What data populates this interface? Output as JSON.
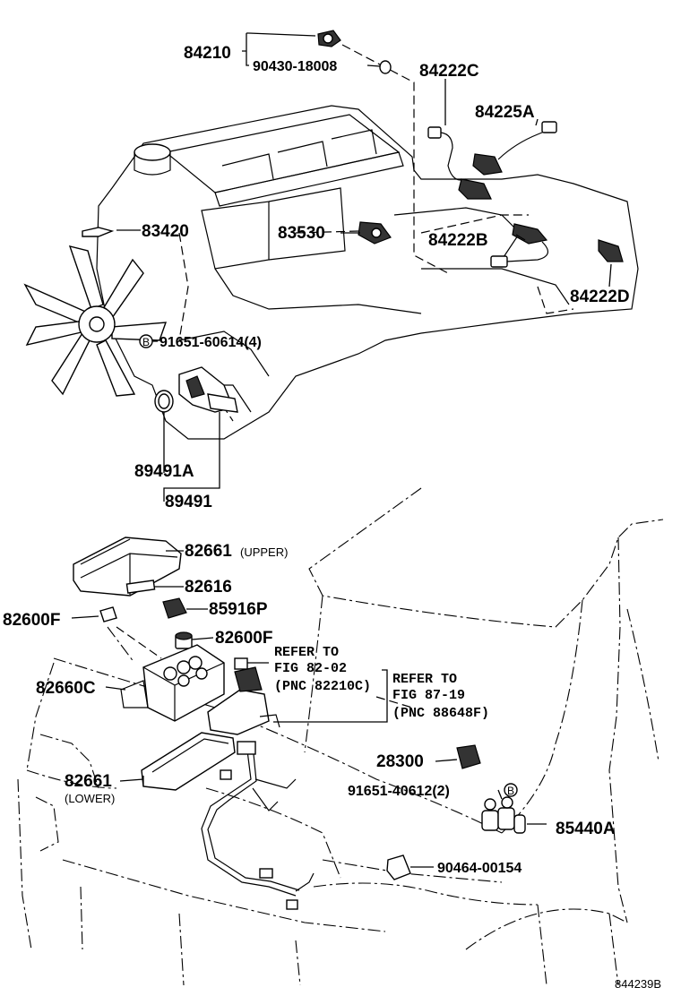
{
  "parts": {
    "p84210": "84210",
    "p90430": "90430-18008",
    "p84222C": "84222C",
    "p84225A": "84225A",
    "p83420": "83420",
    "p83530": "83530",
    "p84222B": "84222B",
    "p84222D": "84222D",
    "p91651_60614": "91651-60614(4)",
    "p89491A": "89491A",
    "p89491": "89491",
    "p82661_upper": "82661",
    "p82661_upper_note": "(UPPER)",
    "p82616": "82616",
    "p85916P": "85916P",
    "p82600F_left": "82600F",
    "p82600F_right": "82600F",
    "p82660C": "82660C",
    "p82661_lower": "82661",
    "p82661_lower_note": "(LOWER)",
    "p28300": "28300",
    "p91651_40612": "91651-40612(2)",
    "p85440A": "85440A",
    "p90464": "90464-00154"
  },
  "bolt_marker": "B",
  "refs": {
    "ref1_line1": "REFER TO",
    "ref1_line2": "FIG 82-02",
    "ref1_line3": "(PNC 82210C)",
    "ref2_line1": "REFER TO",
    "ref2_line2": "FIG 87-19",
    "ref2_line3": "(PNC 88648F)"
  },
  "diagram_code": "844239B"
}
